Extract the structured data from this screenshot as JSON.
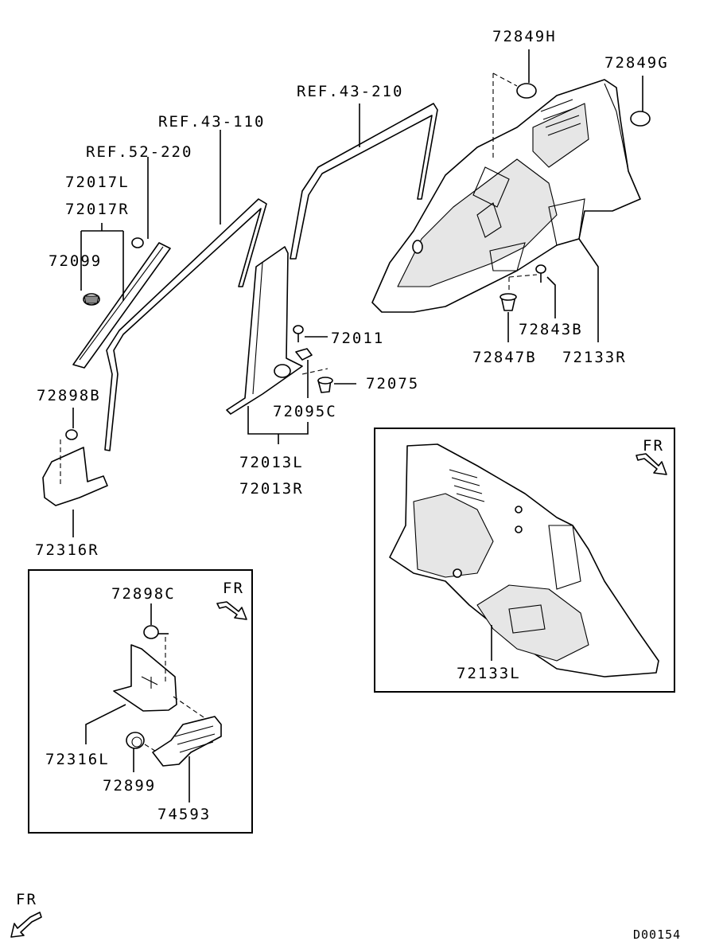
{
  "labels": {
    "p72849H": "72849H",
    "p72849G": "72849G",
    "ref43_210": "REF.43-210",
    "ref43_110": "REF.43-110",
    "ref52_220": "REF.52-220",
    "p72017L": "72017L",
    "p72017R": "72017R",
    "p72099": "72099",
    "p72011": "72011",
    "p72075": "72075",
    "p72095C": "72095C",
    "p72013L": "72013L",
    "p72013R": "72013R",
    "p72898B": "72898B",
    "p72316R": "72316R",
    "p72843B": "72843B",
    "p72847B": "72847B",
    "p72133R": "72133R",
    "p72133L": "72133L",
    "p72898C": "72898C",
    "p72316L": "72316L",
    "p72899": "72899",
    "p74593": "74593",
    "fr": "FR",
    "diagram_id": "D00154"
  },
  "icons": {
    "fr_arrow": "fr-arrow-icon"
  }
}
